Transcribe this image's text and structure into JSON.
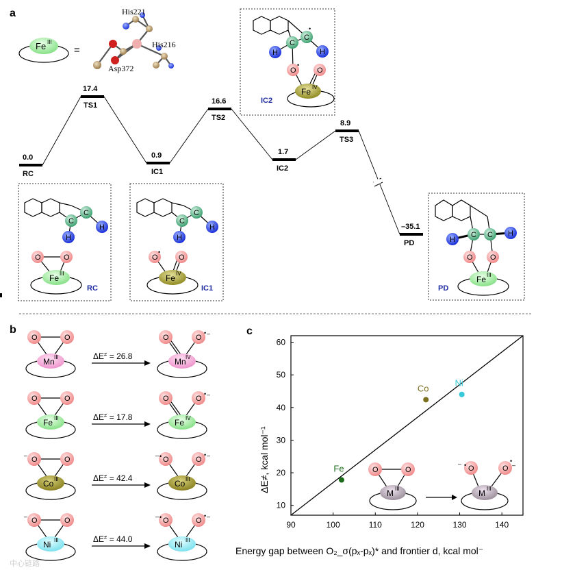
{
  "panels": {
    "a": "a",
    "b": "b",
    "c": "c"
  },
  "legend": {
    "fe_label": "Fe",
    "fe_ox": "III",
    "equals": "=",
    "his221": "His221",
    "his216": "His216",
    "asp372": "Asp372"
  },
  "energy_profile": {
    "states": [
      {
        "name": "RC",
        "energy": "0.0"
      },
      {
        "name": "TS1",
        "energy": "17.4"
      },
      {
        "name": "IC1",
        "energy": "0.9"
      },
      {
        "name": "TS2",
        "energy": "16.6"
      },
      {
        "name": "IC2",
        "energy": "1.7"
      },
      {
        "name": "TS3",
        "energy": "8.9"
      },
      {
        "name": "PD",
        "energy": "–35.1"
      }
    ],
    "inset_labels": {
      "rc": "RC",
      "ic1": "IC1",
      "ic2": "IC2",
      "pd": "PD"
    }
  },
  "atoms": {
    "C": "C",
    "H": "H",
    "O": "O",
    "Fe": "Fe",
    "M": "M",
    "III": "III",
    "IV": "IV",
    "radical": "•",
    "minus": "–"
  },
  "panel_b": {
    "rows": [
      {
        "metal": "Mn",
        "ox_left": "III",
        "ox_right": "IV",
        "value": "26.8",
        "color": "#f2a0d0"
      },
      {
        "metal": "Fe",
        "ox_left": "III",
        "ox_right": "IV",
        "value": "17.8",
        "color": "#9be89b"
      },
      {
        "metal": "Co",
        "ox_left": "III",
        "ox_right": "III",
        "value": "42.4",
        "color": "#a89a2a"
      },
      {
        "metal": "Ni",
        "ox_left": "III",
        "ox_right": "III",
        "value": "44.0",
        "color": "#88e8f0"
      }
    ],
    "de_prefix": "ΔE",
    "de_sup": "≠",
    "de_eq": " = "
  },
  "chart_data": {
    "type": "scatter",
    "xlabel": "Energy gap between O₂_σ(pₓ-pₓ)* and frontier d, kcal mol⁻",
    "ylabel": "ΔE≠, kcal mol⁻¹",
    "xlim": [
      90,
      145
    ],
    "ylim": [
      7,
      62
    ],
    "xticks": [
      90,
      100,
      110,
      120,
      130,
      140
    ],
    "yticks": [
      10,
      20,
      30,
      40,
      50,
      60
    ],
    "points": [
      {
        "label": "Fe",
        "x": 102,
        "y": 17.8,
        "color": "#1a6b1a"
      },
      {
        "label": "Co",
        "x": 122,
        "y": 42.4,
        "color": "#7a7020"
      },
      {
        "label": "Ni",
        "x": 130.5,
        "y": 44.0,
        "color": "#35c8d8"
      }
    ],
    "fit_line": {
      "x": [
        90,
        145
      ],
      "y": [
        7,
        62
      ]
    }
  },
  "watermark": "中心链路"
}
